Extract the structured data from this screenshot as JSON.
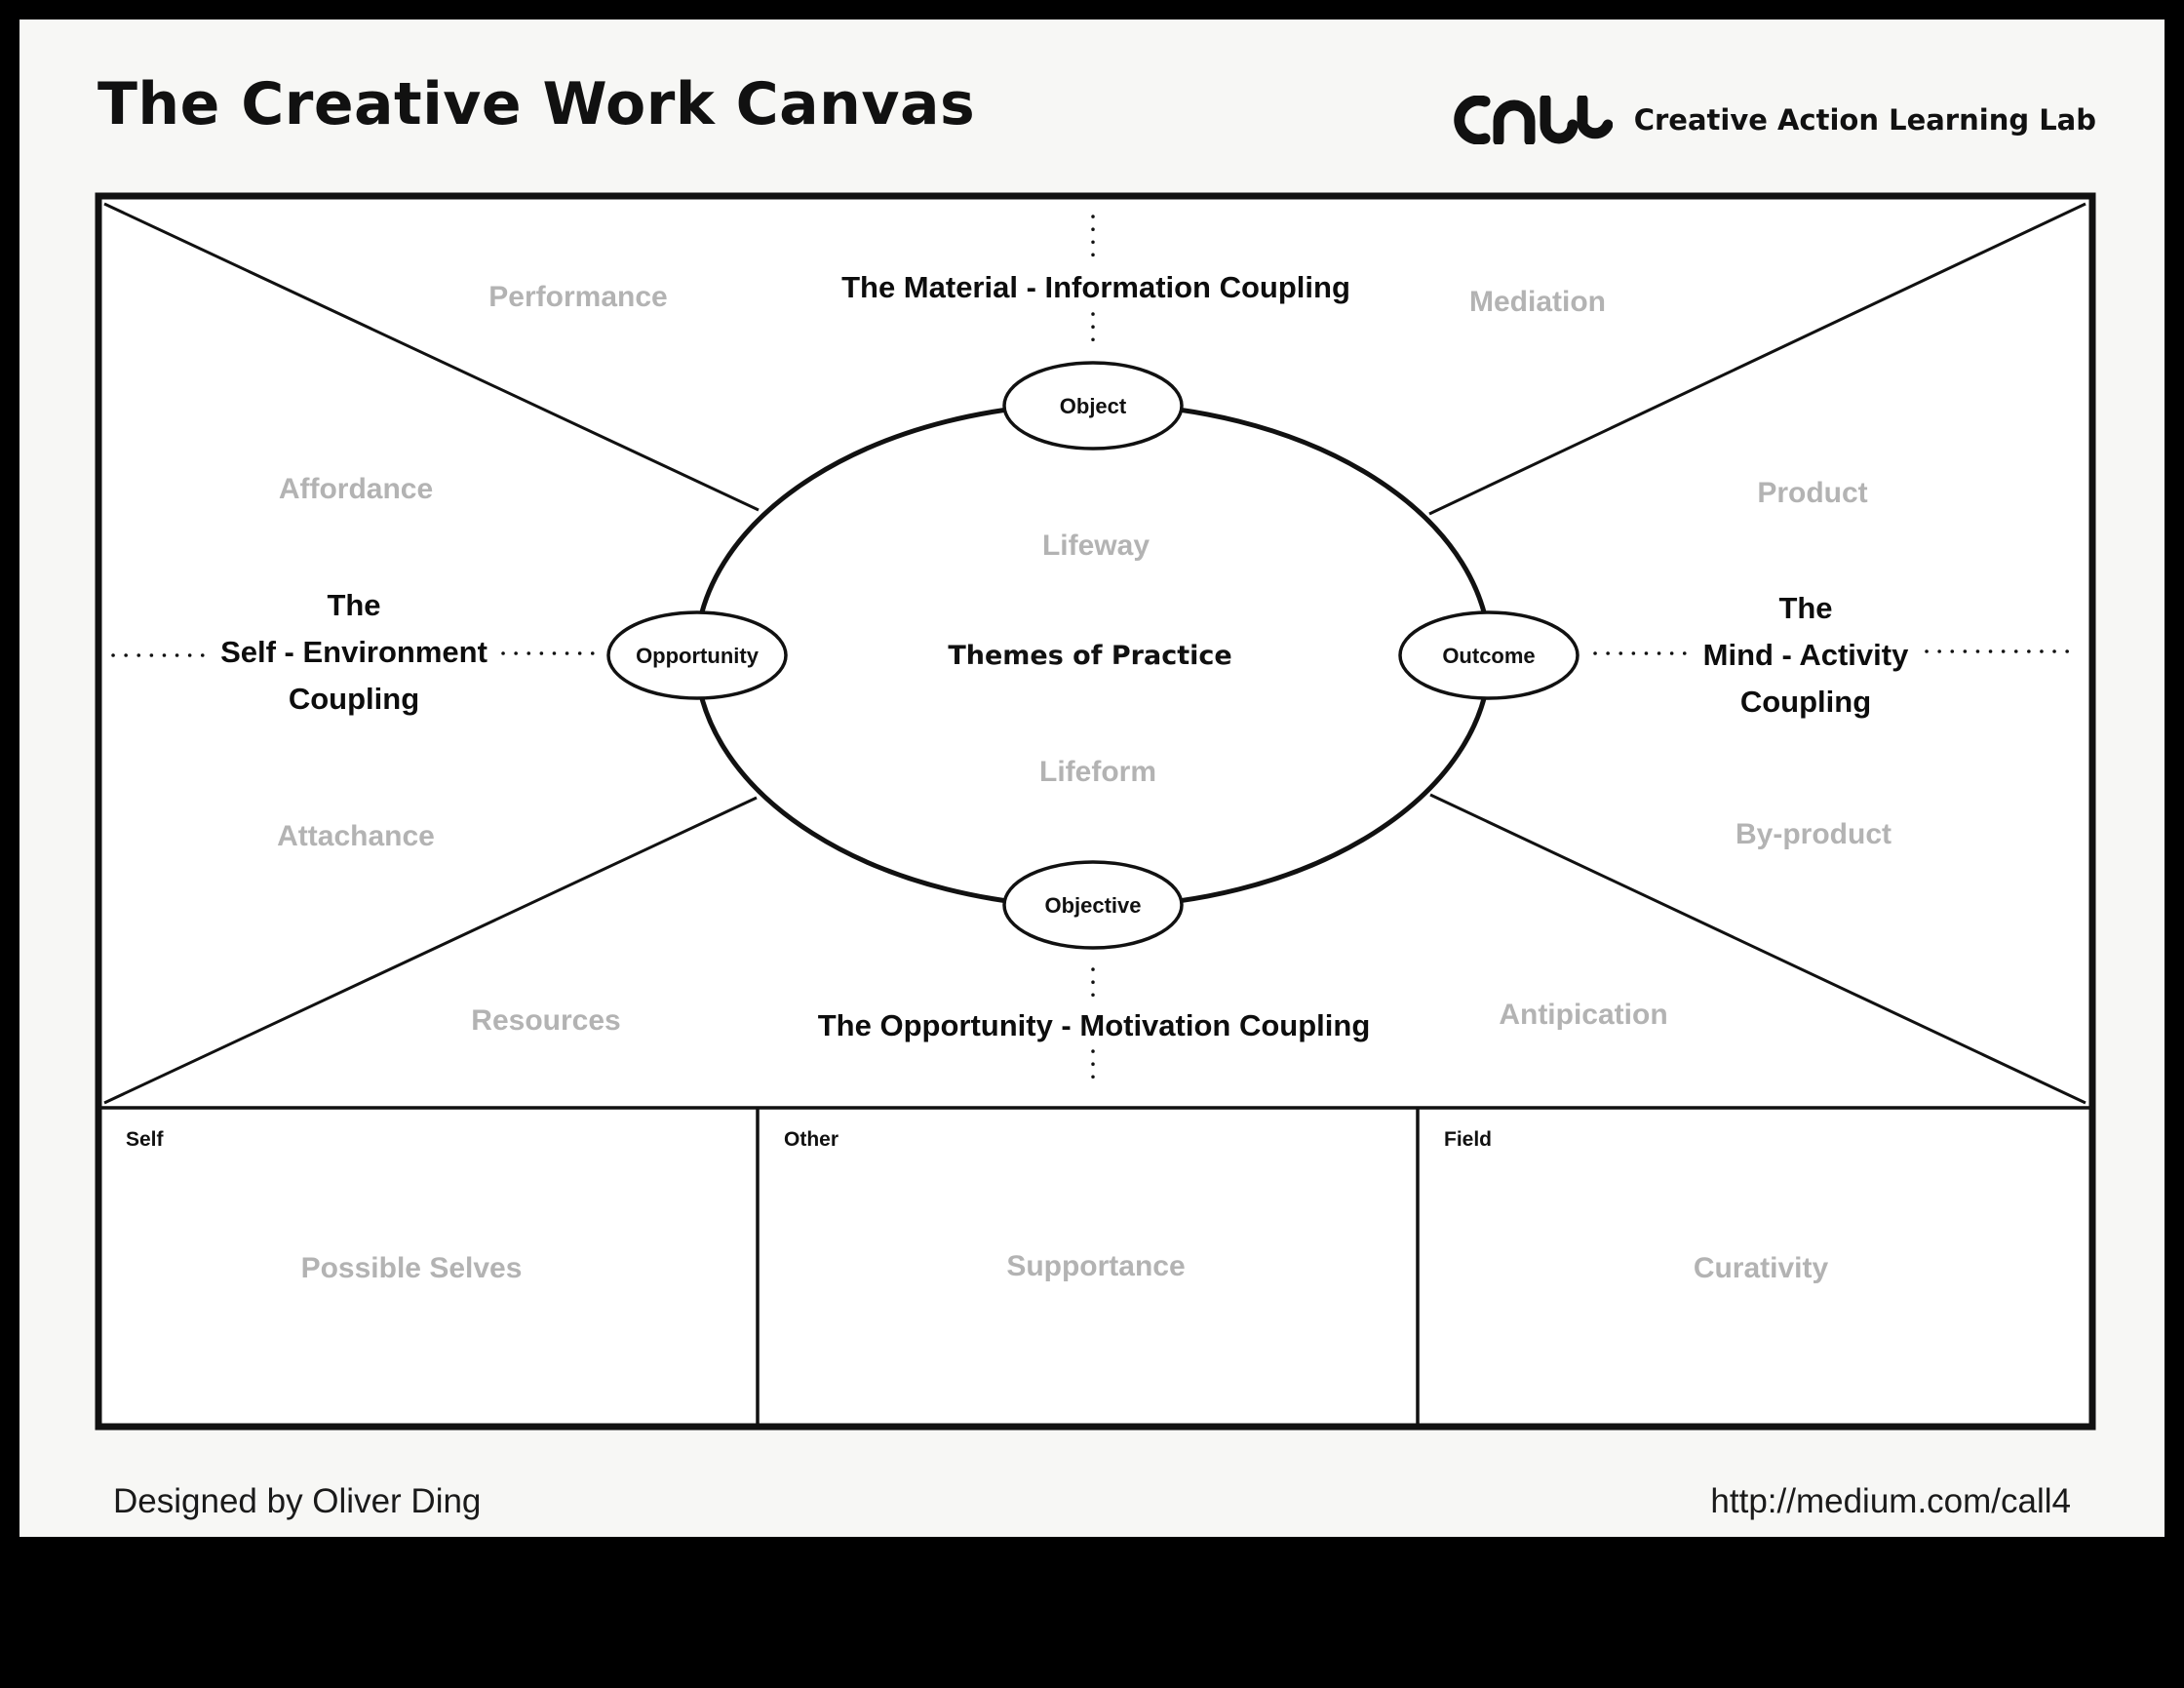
{
  "header": {
    "title": "The Creative Work Canvas",
    "brand_logo_text": "CALL",
    "brand_name": "Creative Action Learning Lab"
  },
  "canvas": {
    "couplings": {
      "top": "The Material - Information Coupling",
      "bottom": "The Opportunity - Motivation Coupling",
      "left": [
        "The",
        "Self - Environment",
        "Coupling"
      ],
      "right": [
        "The",
        "Mind - Activity",
        "Coupling"
      ]
    },
    "center": {
      "theme": "Themes of Practice",
      "upper": "Lifeway",
      "lower": "Lifeform"
    },
    "nodes": {
      "top": "Object",
      "bottom": "Objective",
      "left": "Opportunity",
      "right": "Outcome"
    },
    "sectors": {
      "performance": "Performance",
      "mediation": "Mediation",
      "affordance": "Affordance",
      "product": "Product",
      "attachance": "Attachance",
      "by_product": "By-product",
      "resources": "Resources",
      "anticipation": "Antipication"
    },
    "panels": [
      {
        "label": "Self",
        "value": "Possible Selves"
      },
      {
        "label": "Other",
        "value": "Supportance"
      },
      {
        "label": "Field",
        "value": "Curativity"
      }
    ]
  },
  "footer": {
    "designer": "Designed by Oliver Ding",
    "url": "http://medium.com/call4"
  },
  "colors": {
    "background": "#000000",
    "sheet": "#f7f7f5",
    "ink": "#111111",
    "muted_label": "#b3b3b3"
  }
}
